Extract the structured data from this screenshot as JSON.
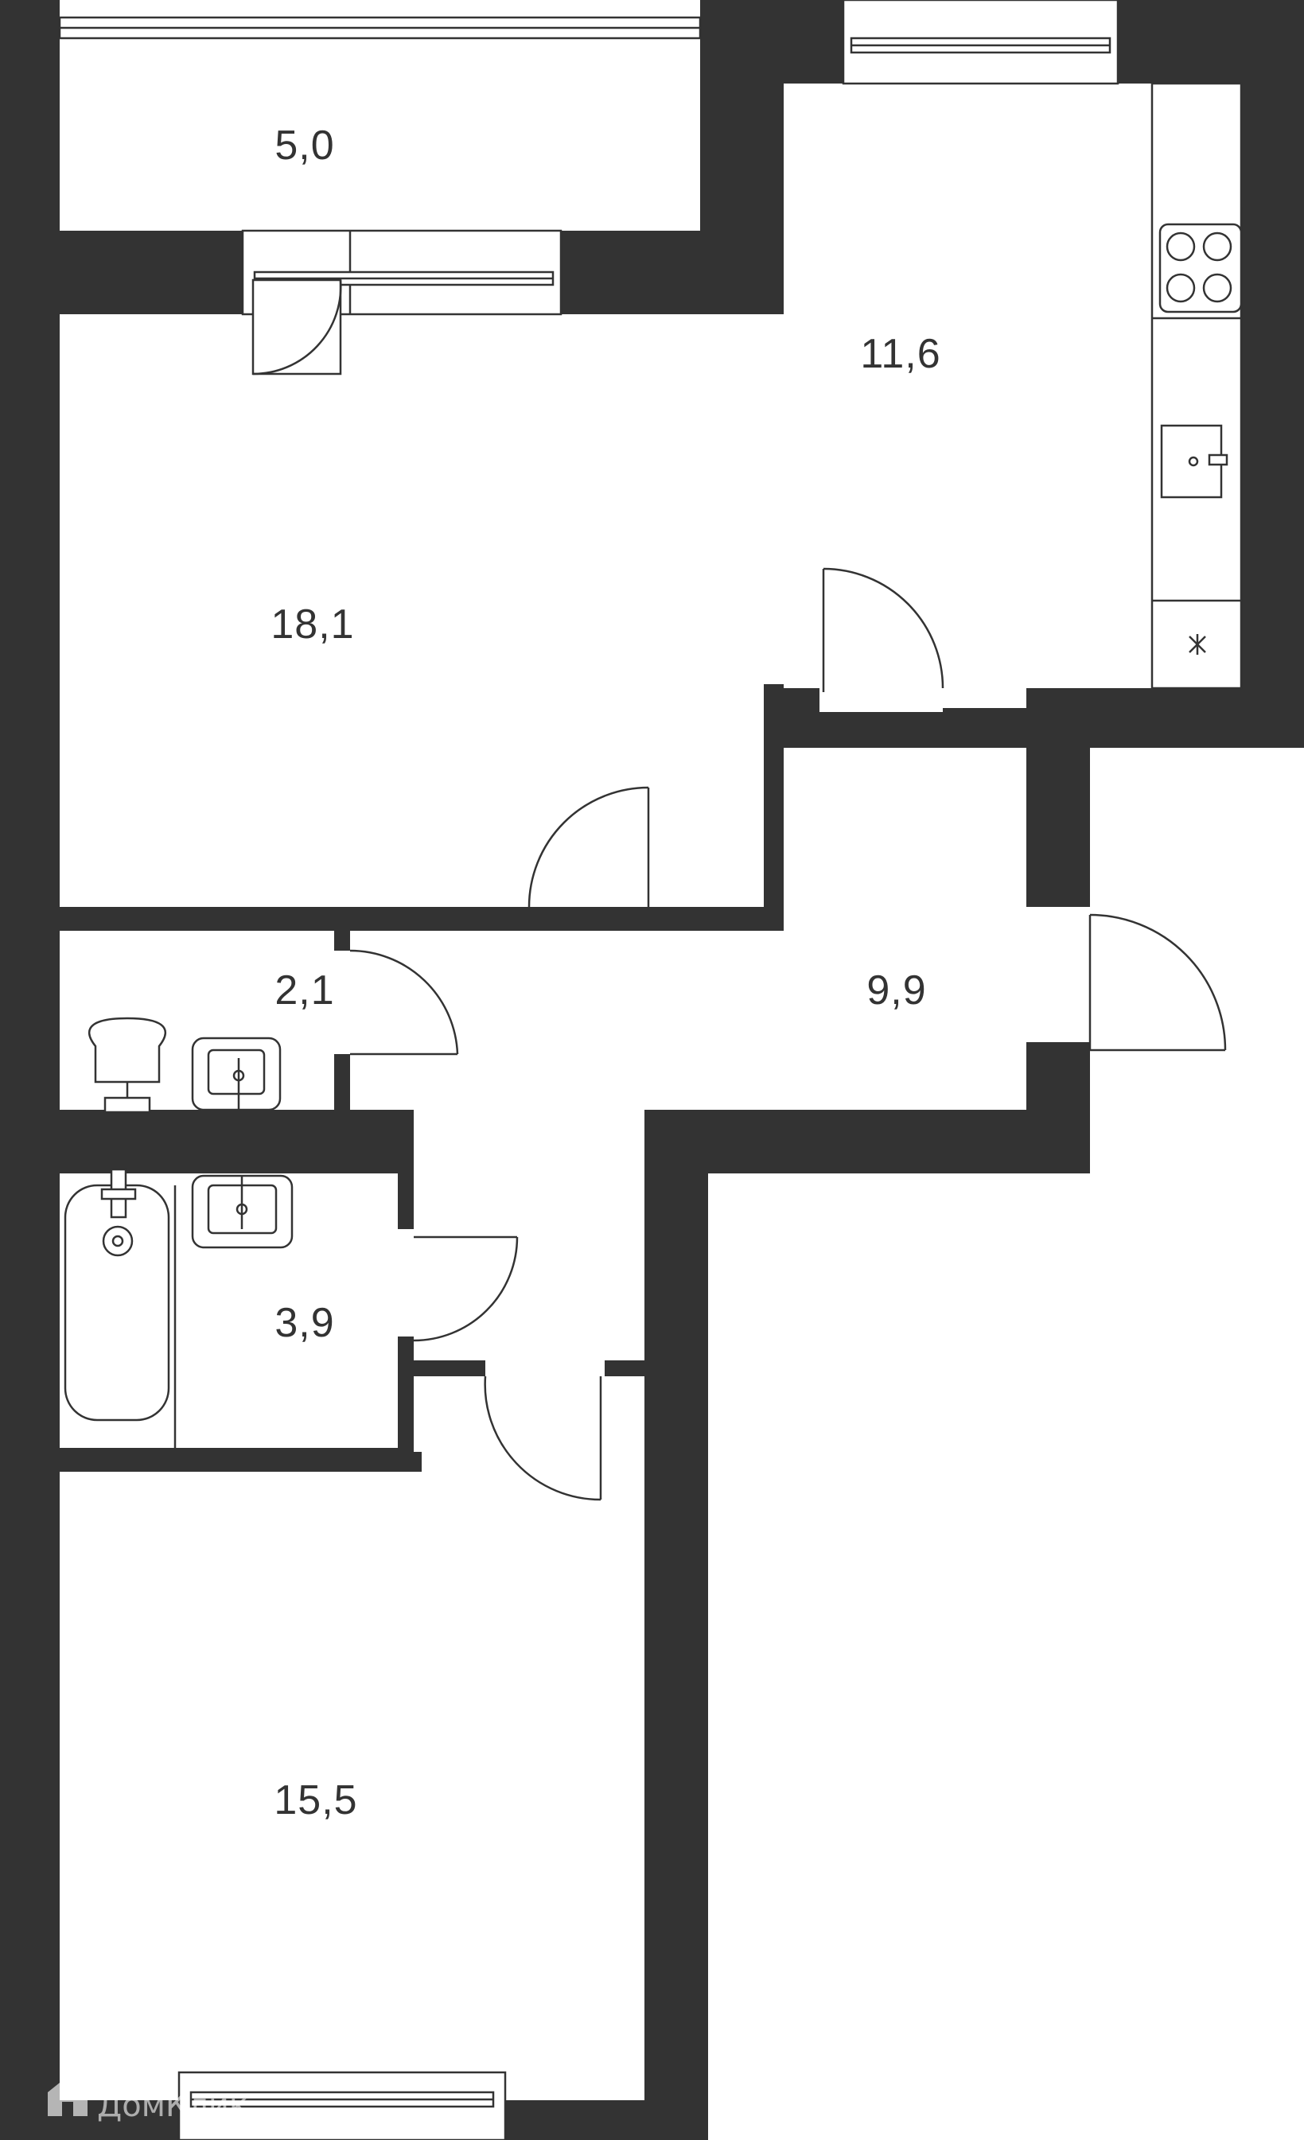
{
  "rooms": [
    {
      "id": "balcony",
      "area": "5,0"
    },
    {
      "id": "kitchen",
      "area": "11,6"
    },
    {
      "id": "living-room",
      "area": "18,1"
    },
    {
      "id": "toilet",
      "area": "2,1"
    },
    {
      "id": "hallway",
      "area": "9,9"
    },
    {
      "id": "bathroom",
      "area": "3,9"
    },
    {
      "id": "bedroom",
      "area": "15,5"
    }
  ],
  "watermark": {
    "text": "ДомКлик"
  },
  "colors": {
    "wall": "#333333",
    "background": "#ffffff"
  }
}
